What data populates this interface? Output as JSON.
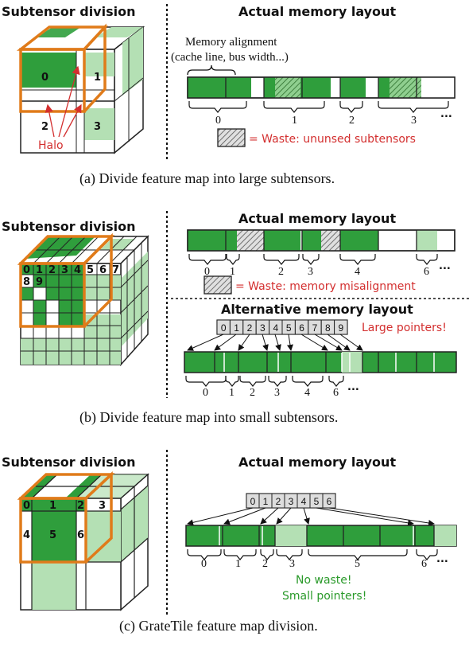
{
  "colors": {
    "green": "#2f9e3c",
    "light_green": "#b4e0b4",
    "orange": "#e07b1a",
    "red": "#d32f2f",
    "text_green": "#2a9a2a"
  },
  "panel_a": {
    "left_title": "Subtensor division",
    "right_title": "Actual memory layout",
    "alignment_line1": "Memory alignment",
    "alignment_line2": "(cache line, bus width...)",
    "halo": "Halo",
    "cube_labels": [
      "0",
      "1",
      "2",
      "3"
    ],
    "layout_labels": [
      "0",
      "1",
      "2",
      "3",
      "..."
    ],
    "legend": "= Waste: ununsed subtensors",
    "caption": "(a) Divide feature map into large subtensors."
  },
  "panel_b": {
    "left_title": "Subtensor division",
    "right_title": "Actual memory layout",
    "cube_labels": [
      "0",
      "1",
      "2",
      "3",
      "4",
      "5",
      "6",
      "7",
      "8",
      "9"
    ],
    "layout_labels": [
      "0",
      "1",
      "2",
      "3",
      "4",
      "6",
      "..."
    ],
    "legend": "= Waste: memory misalignment",
    "alt_title": "Alternative memory layout",
    "pointer_table": [
      "0",
      "1",
      "2",
      "3",
      "4",
      "5",
      "6",
      "7",
      "8",
      "9"
    ],
    "large_pointers": "Large pointers!",
    "alt_labels": [
      "0",
      "1",
      "2",
      "3",
      "4",
      "6",
      "..."
    ],
    "caption": "(b) Divide feature map into small subtensors."
  },
  "panel_c": {
    "left_title": "Subtensor division",
    "right_title": "Actual memory layout",
    "cube_labels": [
      "0",
      "1",
      "2",
      "3",
      "4",
      "5",
      "6"
    ],
    "pointer_table": [
      "0",
      "1",
      "2",
      "3",
      "4",
      "5",
      "6"
    ],
    "layout_labels": [
      "0",
      "1",
      "2",
      "3",
      "5",
      "6",
      "..."
    ],
    "no_waste": "No waste!",
    "small_pointers": "Small pointers!",
    "caption": "(c) GrateTile feature map division."
  }
}
